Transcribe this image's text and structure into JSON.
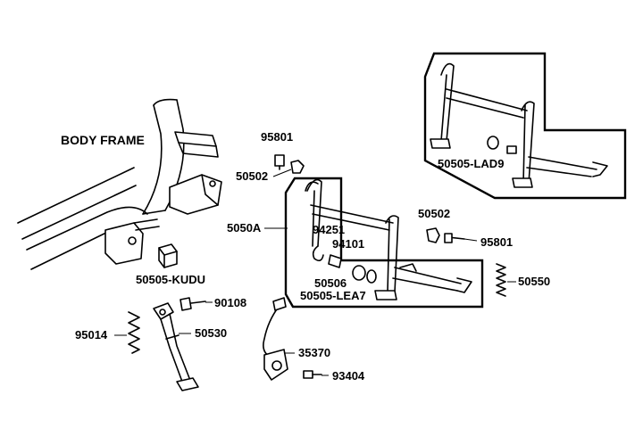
{
  "diagram": {
    "body_frame_label": "BODY FRAME",
    "parts": {
      "p95801_top": "95801",
      "p50502_top": "50502",
      "p5050A": "5050A",
      "p94251": "94251",
      "p94101": "94101",
      "p50506": "50506",
      "p50505_LEA7": "50505-LEA7",
      "p50502_right": "50502",
      "p95801_right": "95801",
      "p50550": "50550",
      "p50505_LAD9": "50505-LAD9",
      "p50505_KUDU": "50505-KUDU",
      "p90108": "90108",
      "p95014": "95014",
      "p50530": "50530",
      "p35370": "35370",
      "p93404": "93404"
    }
  }
}
